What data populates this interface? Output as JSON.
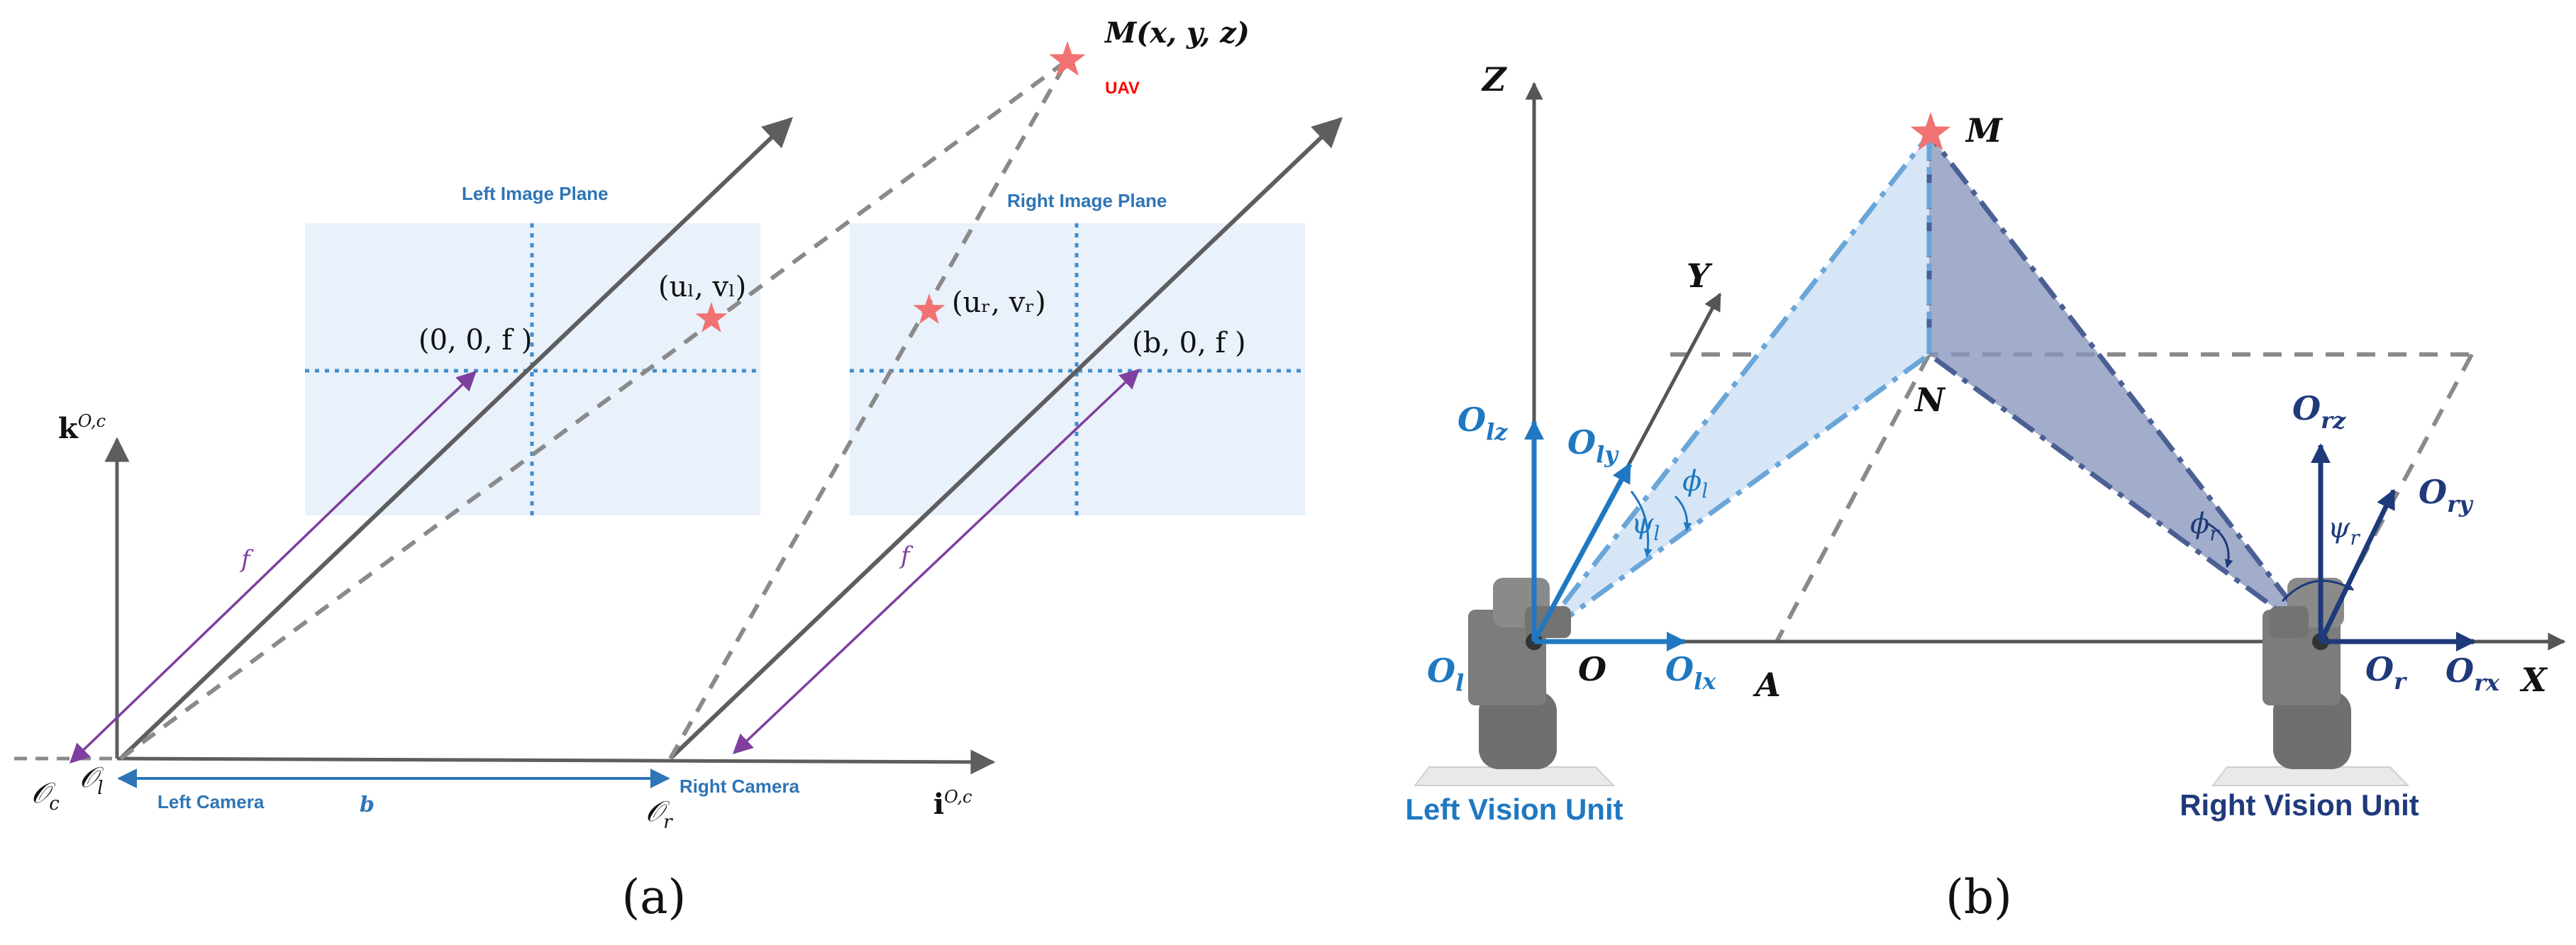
{
  "colors": {
    "axis": "#5e5e5e",
    "dash": "#8a8a8a",
    "plane_fill": "#e9f1fa",
    "plane_grid": "#3f8ed0",
    "label_blue": "#2e75b6",
    "focal": "#7f3f9f",
    "star": "#f07272",
    "uav_red": "#ff0000",
    "light_blue": "#1f78c1",
    "navy": "#1f3a7a",
    "tri_left": "#d6e6f6",
    "tri_right": "#8896bd",
    "robot": "#6f6f6f"
  },
  "panel_a": {
    "caption": "(a)",
    "point_M": "M(x, y, z)",
    "uav": "UAV",
    "left_plane_title": "Left Image Plane",
    "right_plane_title": "Right Image Plane",
    "left_point": "(uₗ, vₗ)",
    "right_point": "(uᵣ, vᵣ)",
    "left_center": "(0, 0, f )",
    "right_center": "(b, 0, f )",
    "k_axis": "k",
    "k_sup": "O,c",
    "i_axis": "i",
    "i_sup": "O,c",
    "focal_left": "f",
    "focal_right": "f",
    "origin_c": "𝒪",
    "origin_c_sub": "c",
    "origin_l": "𝒪",
    "origin_l_sub": "l",
    "origin_r": "𝒪",
    "origin_r_sub": "r",
    "left_camera": "Left Camera",
    "right_camera": "Right Camera",
    "baseline": "b"
  },
  "panel_b": {
    "caption": "(b)",
    "axis_Z": "Z",
    "axis_Y": "Y",
    "axis_X": "X",
    "point_M": "M",
    "point_N": "N",
    "point_A": "A",
    "point_O": "O",
    "Olz": "O",
    "Olz_sub": "lz",
    "Oly": "O",
    "Oly_sub": "ly",
    "Olx": "O",
    "Olx_sub": "lx",
    "Ol": "O",
    "Ol_sub": "l",
    "Orz": "O",
    "Orz_sub": "rz",
    "Ory": "O",
    "Ory_sub": "ry",
    "Orx": "O",
    "Orx_sub": "rx",
    "Or": "O",
    "Or_sub": "r",
    "phi_l": "ϕ",
    "phi_l_sub": "l",
    "psi_l": "ψ",
    "psi_l_sub": "l",
    "phi_r": "ϕ",
    "phi_r_sub": "r",
    "psi_r": "ψ",
    "psi_r_sub": "r",
    "left_unit": "Left Vision Unit",
    "right_unit": "Right Vision Unit"
  }
}
